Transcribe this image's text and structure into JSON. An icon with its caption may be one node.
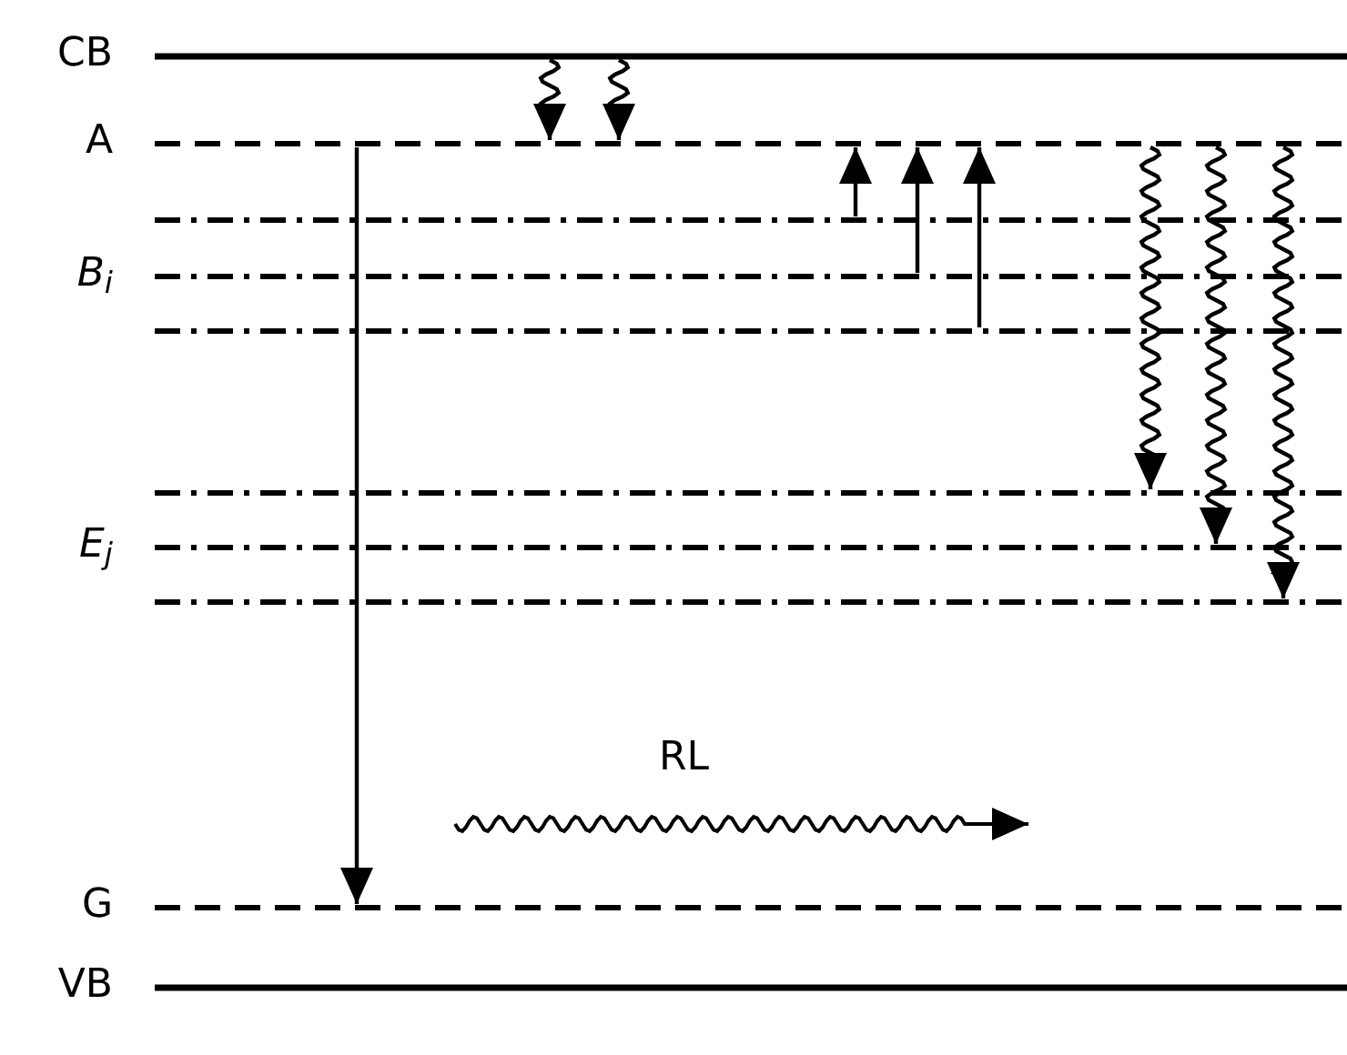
{
  "diagram": {
    "nodes": [
      {
        "text": [
          "CB"
        ]
      },
      {
        "text": [
          "A"
        ]
      },
      {
        "text": [],
        "shape": "line"
      },
      {
        "text": [],
        "shape": "line"
      },
      {
        "text": [],
        "shape": "line"
      },
      {
        "text": [],
        "shape": "line"
      },
      {
        "text": [],
        "shape": "line"
      },
      {
        "text": [],
        "shape": "line"
      },
      {
        "text": [
          "G"
        ]
      },
      {
        "text": [
          "VB"
        ]
      }
    ],
    "edges": [
      {
        "from": 0,
        "to": 1,
        "arrow": "to"
      },
      {
        "from": 0,
        "to": 1,
        "arrow": "to"
      },
      {
        "from": 1,
        "to": 8,
        "arrow": "to"
      },
      {
        "from": 2,
        "to": 1,
        "arrow": "to"
      },
      {
        "from": 3,
        "to": 1,
        "arrow": "to"
      },
      {
        "from": 4,
        "to": 1,
        "arrow": "to"
      },
      {
        "from": 1,
        "to": 5,
        "arrow": "to"
      },
      {
        "from": 1,
        "to": 6,
        "arrow": "to"
      },
      {
        "from": 1,
        "to": 7,
        "arrow": "to"
      }
    ],
    "labels": [
      "B$_{i}$",
      "E$_{j}$",
      "RL"
    ]
  }
}
